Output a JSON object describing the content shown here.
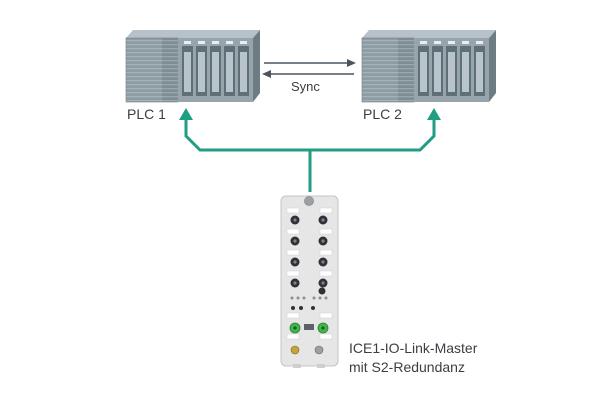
{
  "diagram": {
    "nodes": {
      "plc1": {
        "label": "PLC 1"
      },
      "plc2": {
        "label": "PLC 2"
      },
      "device": {
        "label_line1": "ICE1-IO-Link-Master",
        "label_line2": "mit S2-Redundanz"
      }
    },
    "edges": {
      "sync": {
        "label": "Sync",
        "from": "plc1",
        "to": "plc2",
        "bidirectional": true
      }
    },
    "colors": {
      "connection": "#1f9e83",
      "plc_body": "#8e9ca4",
      "plc_dark": "#5f6f77",
      "arrow": "#4a5560",
      "device_body": "#e6e6e6",
      "device_port": "#2e3236",
      "device_led": "#3fb84a"
    }
  }
}
